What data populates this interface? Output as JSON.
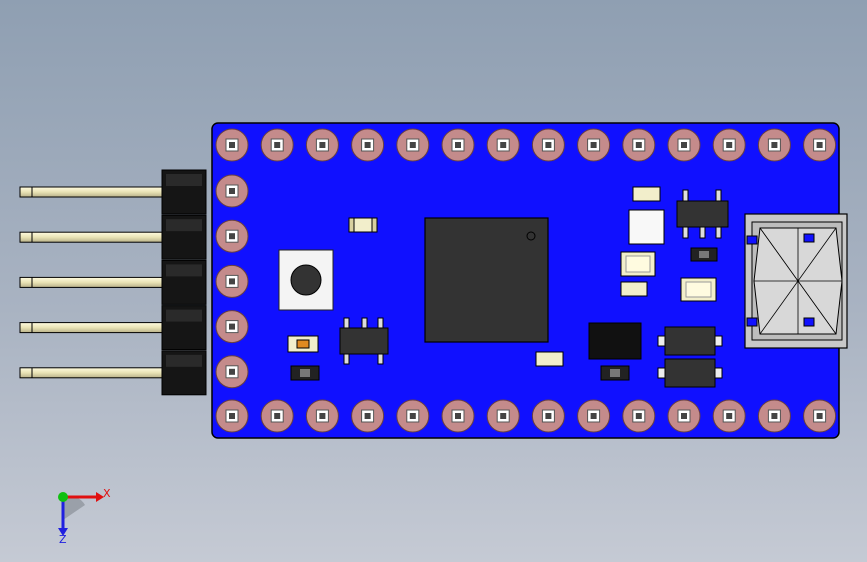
{
  "viewport": {
    "background": "#a3afbf"
  },
  "board": {
    "color": "#1010ff",
    "pad_color": "#c48b8b",
    "top_row_pads": 14,
    "bottom_row_pads": 14,
    "left_col_pads": 5
  },
  "header_pins": {
    "count": 5,
    "pin_color": "#f2eecb",
    "housing_color": "#151515"
  },
  "components": {
    "mcu": {
      "color": "#333333"
    },
    "button": {
      "color": "#f4f4f4"
    },
    "usb": {
      "color": "#c8c8c8"
    }
  },
  "triad": {
    "x_label": "X",
    "z_label": "Z",
    "x_color": "#e01010",
    "y_color": "#10c010",
    "z_color": "#2020e0"
  }
}
